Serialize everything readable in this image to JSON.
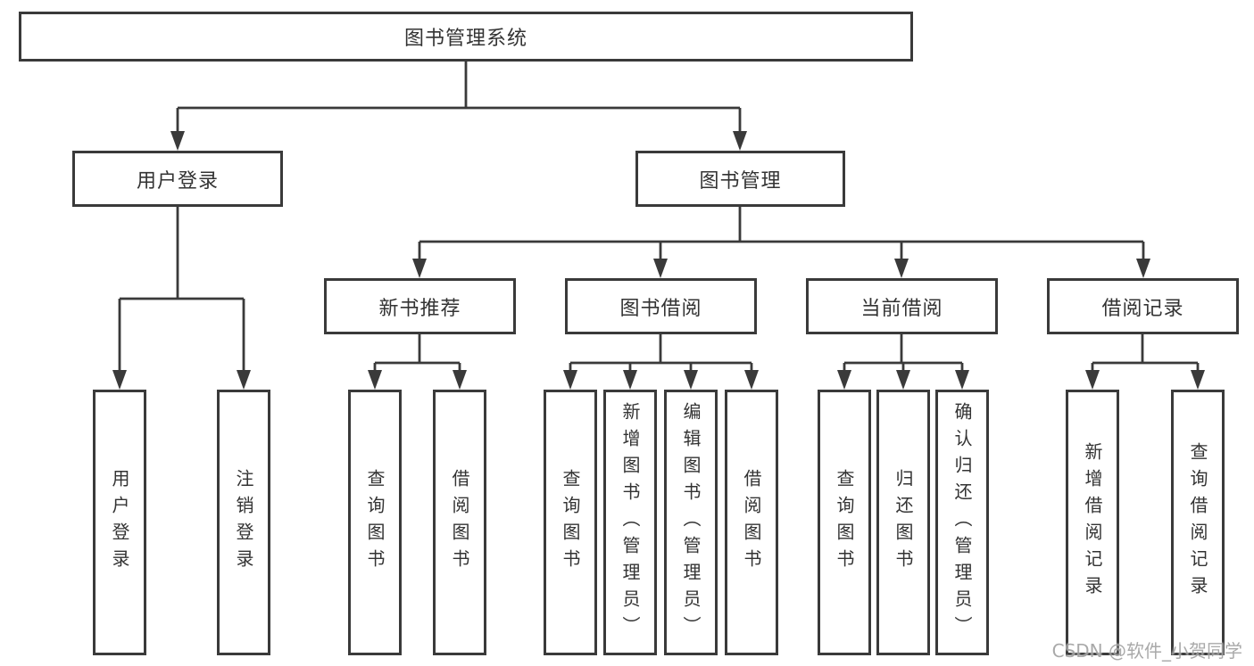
{
  "diagram": {
    "title": "图书管理系统",
    "tree": {
      "root": "图书管理系统",
      "branches": [
        {
          "label": "用户登录",
          "leaves": [
            "用户登录",
            "注销登录"
          ]
        },
        {
          "label": "图书管理",
          "children": [
            {
              "label": "新书推荐",
              "leaves": [
                "查询图书",
                "借阅图书"
              ]
            },
            {
              "label": "图书借阅",
              "leaves": [
                "查询图书",
                "新增图书（管理员）",
                "编辑图书（管理员）",
                "借阅图书"
              ]
            },
            {
              "label": "当前借阅",
              "leaves": [
                "查询图书",
                "归还图书",
                "确认归还（管理员）"
              ]
            },
            {
              "label": "借阅记录",
              "leaves": [
                "新增借阅记录",
                "查询借阅记录"
              ]
            }
          ]
        }
      ]
    },
    "colors": {
      "line": "#3a3a3a",
      "text": "#333333",
      "background": "#ffffff",
      "watermark": "#949494"
    }
  },
  "watermark": "CSDN @软件_小贺同学"
}
